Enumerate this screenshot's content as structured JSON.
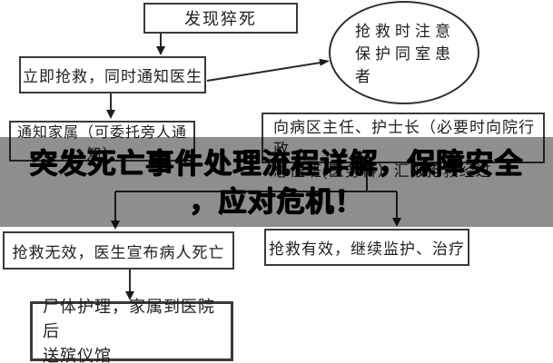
{
  "banner": {
    "title_line1": "突发死亡事件处理流程详解，保障安全",
    "title_line2": "，应对危机！"
  },
  "nodes": {
    "discover": "发现猝死",
    "rescue": "立即抢救，同时通知医生",
    "notify_family": "通知家属（可委托旁人通知）",
    "report_line1": "向病区主任、护士长（必要时向院行政",
    "report_line2": "总值班(医务科）汇报抢救经过",
    "protect_patients": "抢救时注意保护同室患者",
    "rescue_failed": "抢救无效，医生宣布病人死亡",
    "rescue_success": "抢救有效，继续监护、治疗",
    "body_care_line1": "尸体护理，家属到医院后",
    "body_care_line2": "送殡仪馆"
  },
  "colors": {
    "connector_line": "#2a2a2a",
    "box_border": "#3a3a3a",
    "banner_overlay": "rgba(0,0,0,0.44)",
    "banner_text": "#000000",
    "background": "#fdfdfd"
  }
}
